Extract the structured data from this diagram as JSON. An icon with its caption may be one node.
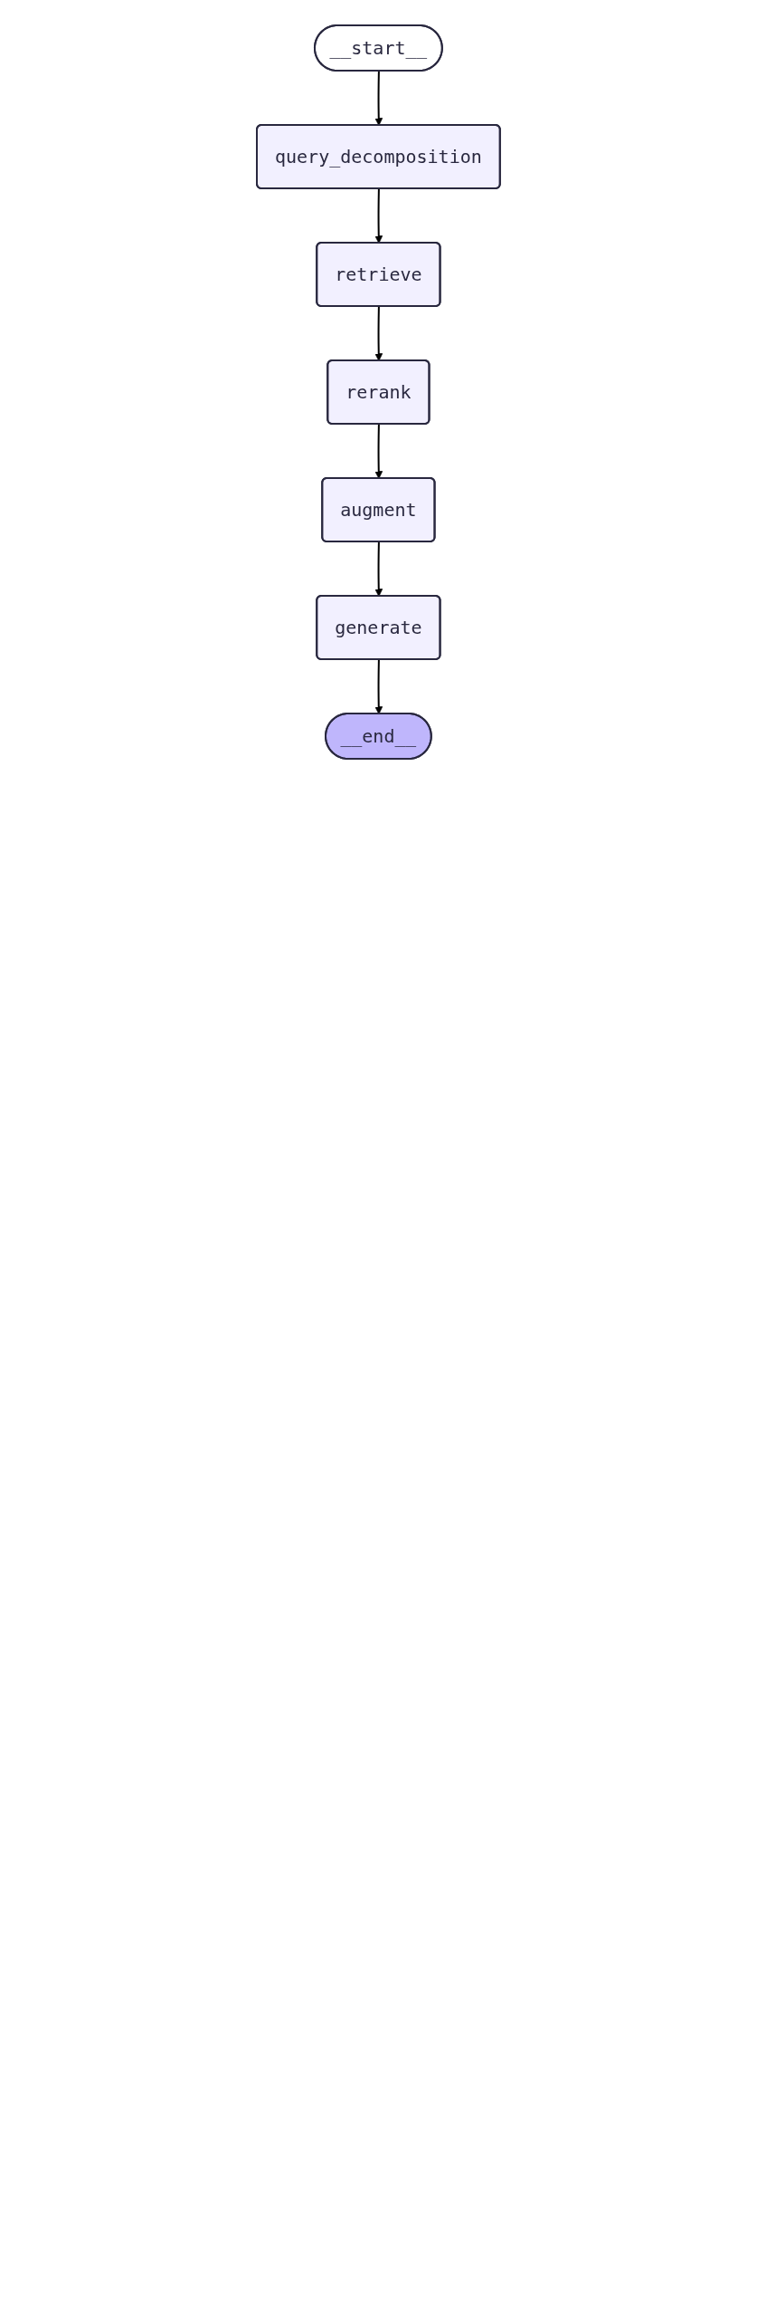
{
  "diagram": {
    "nodes": [
      {
        "text": [
          "__start__"
        ]
      },
      {
        "text": [
          "query_decomposition"
        ]
      },
      {
        "text": [
          "retrieve"
        ]
      },
      {
        "text": [
          "rerank"
        ]
      },
      {
        "text": [
          "augment"
        ]
      },
      {
        "text": [
          "generate"
        ]
      },
      {
        "text": [
          "__end__"
        ]
      }
    ],
    "edges": [
      {
        "from": 0,
        "to": 1,
        "arrow": "to"
      },
      {
        "from": 1,
        "to": 2,
        "arrow": "to"
      },
      {
        "from": 2,
        "to": 3,
        "arrow": "to"
      },
      {
        "from": 3,
        "to": 4,
        "arrow": "to"
      },
      {
        "from": 4,
        "to": 5,
        "arrow": "to"
      },
      {
        "from": 5,
        "to": 6,
        "arrow": "to"
      }
    ]
  }
}
